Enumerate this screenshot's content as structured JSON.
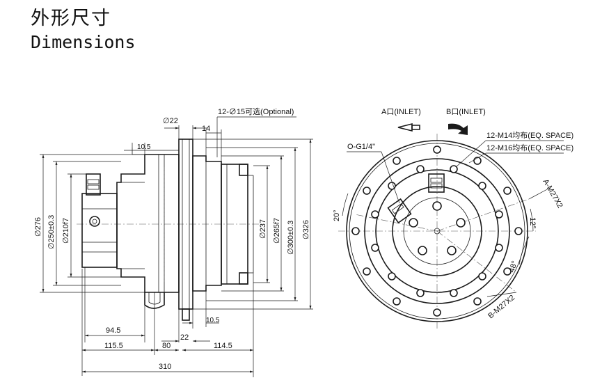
{
  "title_cn": "外形尺寸",
  "title_en": "Dimensions",
  "side_view": {
    "dia_276": "∅276",
    "dia_250": "∅250±0.3",
    "dia_210": "∅210f7",
    "dia_237": "∅237",
    "dia_265": "∅265f7",
    "dia_300": "∅300±0.3",
    "dia_326": "∅326",
    "dia_22": "∅22",
    "dim_14": "14",
    "dim_10_5_top": "10.5",
    "dim_10_5_bottom": "10.5",
    "dim_94_5": "94.5",
    "dim_115_5": "115.5",
    "dim_80": "80",
    "dim_22": "22",
    "dim_114_5": "114.5",
    "dim_310": "310",
    "optional_holes": "12-∅15可选(Optional)"
  },
  "front_view": {
    "port_a": "A口(INLET)",
    "port_b": "B口(INLET)",
    "port_o": "O-G1/4\"",
    "holes_m14": "12-M14均布(EQ. SPACE)",
    "holes_m16": "12-M16均布(EQ. SPACE)",
    "angle_20": "20°",
    "angle_12": "12°",
    "angle_48": "48°",
    "port_a_thread": "A-M27X2",
    "port_b_thread": "B-M27X2"
  }
}
